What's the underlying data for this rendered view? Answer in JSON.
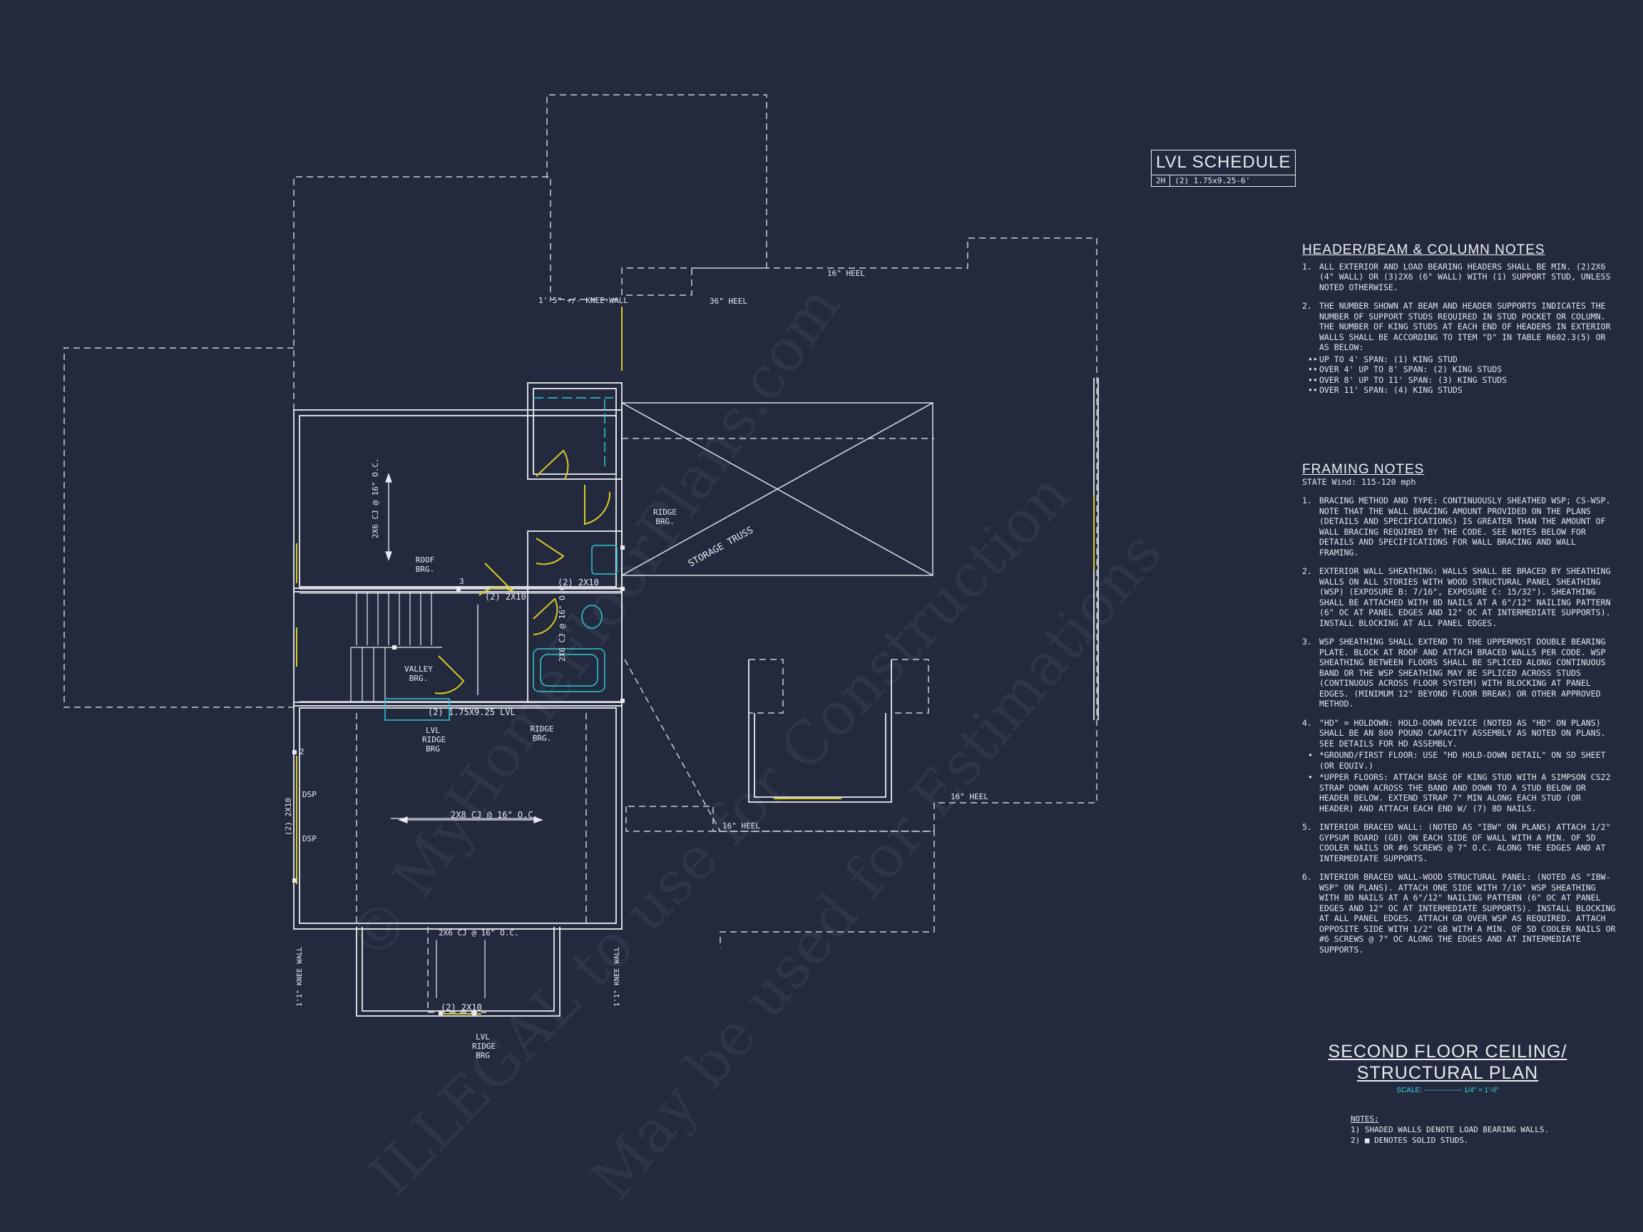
{
  "watermark": {
    "line1": "© MyHomeFloorPlans.com",
    "line2": "ILLEGAL to use for Construction",
    "line3": "May be used for Estimations"
  },
  "lvl_schedule": {
    "title": "LVL SCHEDULE",
    "rows": [
      {
        "mark": "2H",
        "spec": "(2) 1.75x9.25-6'"
      }
    ]
  },
  "header_notes": {
    "title": "HEADER/BEAM & COLUMN NOTES",
    "items": [
      "ALL EXTERIOR AND LOAD BEARING HEADERS SHALL BE MIN. (2)2x6 (4\" WALL) OR (3)2x6 (6\" WALL) WITH (1) SUPPORT STUD, UNLESS NOTED OTHERWISE.",
      "THE NUMBER SHOWN AT BEAM AND HEADER SUPPORTS INDICATES THE NUMBER OF SUPPORT STUDS REQUIRED IN STUD POCKET OR COLUMN. THE NUMBER OF KING STUDS AT EACH END OF HEADERS IN EXTERIOR WALLS SHALL BE ACCORDING TO ITEM \"d\" IN TABLE R602.3(5) OR AS BELOW:"
    ],
    "bullets": [
      "UP TO 4' SPAN: (1) KING STUD",
      "OVER 4' UP TO 8' SPAN: (2) KING STUDS",
      "OVER 8' UP TO 11' SPAN: (3) KING STUDS",
      "OVER 11' SPAN: (4) KING STUDS"
    ]
  },
  "framing_notes": {
    "title": "FRAMING NOTES",
    "subtitle": "STATE Wind: 115-120 mph",
    "items": [
      "BRACING METHOD AND TYPE: CONTINUOUSLY SHEATHED WSP; CS-WSP. NOTE THAT THE WALL BRACING AMOUNT PROVIDED ON THE PLANS (DETAILS AND SPECIFICATIONS) IS GREATER THAN THE AMOUNT OF WALL BRACING REQUIRED BY THE CODE. SEE NOTES BELOW FOR DETAILS AND SPECIFICATIONS FOR WALL BRACING AND WALL FRAMING.",
      "EXTERIOR WALL SHEATHING: WALLS SHALL BE BRACED BY SHEATHING WALLS ON ALL STORIES WITH WOOD STRUCTURAL PANEL SHEATHING (WSP) (EXPOSURE B: 7/16\", EXPOSURE C: 15/32\"). SHEATHING SHALL BE ATTACHED WITH 8d NAILS AT A 6\"/12\" NAILING PATTERN (6\" OC AT PANEL EDGES AND 12\" OC AT INTERMEDIATE SUPPORTS). INSTALL BLOCKING AT ALL PANEL EDGES.",
      "WSP SHEATHING SHALL EXTEND TO THE UPPERMOST DOUBLE BEARING PLATE. BLOCK AT ROOF AND ATTACH BRACED WALLS PER CODE. WSP SHEATHING BETWEEN FLOORS SHALL BE SPLICED ALONG CONTINUOUS BAND OR THE WSP SHEATHING MAY BE SPLICED ACROSS STUDS (CONTINUOUS ACROSS FLOOR SYSTEM) WITH BLOCKING AT PANEL EDGES. (MINIMUM 12\" BEYOND FLOOR BREAK) OR OTHER APPROVED METHOD.",
      "\"HD\" = HOLDOWN: HOLD-DOWN DEVICE (NOTED AS \"HD\" ON PLANS) SHALL BE AN 800 POUND CAPACITY ASSEMBLY AS NOTED ON PLANS. SEE DETAILS FOR HD ASSEMBLY."
    ],
    "hd_bullets": [
      "*GROUND/FIRST FLOOR: USE \"HD HOLD-DOWN DETAIL\" ON SD SHEET (OR EQUIV.)",
      "*UPPER FLOORS: ATTACH BASE OF KING STUD WITH A SIMPSON CS22 STRAP DOWN ACROSS THE BAND AND DOWN TO A STUD BELOW OR HEADER BELOW. EXTEND STRAP 7\" MIN ALONG EACH STUD (OR HEADER) AND ATTACH EACH END W/ (7) 8d NAILS."
    ],
    "items2": [
      "INTERIOR BRACED WALL: (NOTED AS \"IBW\" ON PLANS) ATTACH 1/2\" GYPSUM BOARD (GB) ON EACH SIDE OF WALL WITH A MIN. OF 5d COOLER NAILS OR #6 SCREWS @ 7\" O.C. ALONG THE EDGES AND AT INTERMEDIATE SUPPORTS.",
      "INTERIOR BRACED WALL-WOOD STRUCTURAL PANEL: (NOTED AS \"IBW-WSP\" ON PLANS). ATTACH ONE SIDE WITH 7/16\" WSP SHEATHING WITH 8d NAILS AT A 6\"/12\" NAILING PATTERN (6\" OC AT PANEL EDGES AND 12\" OC AT INTERMEDIATE SUPPORTS). INSTALL BLOCKING AT ALL PANEL EDGES. ATTACH GB OVER WSP AS REQUIRED. ATTACH OPPOSITE SIDE WITH 1/2\" GB WITH A MIN. OF 5d COOLER NAILS OR #6 SCREWS @ 7\" OC ALONG THE EDGES AND AT INTERMEDIATE SUPPORTS."
    ]
  },
  "plan_title": {
    "line1": "SECOND FLOOR CEILING/",
    "line2": "STRUCTURAL PLAN",
    "scale": "SCALE: ---------------- 1/4\" = 1'-0\""
  },
  "bottom_notes": {
    "heading": "NOTES:",
    "n1": "1) SHADED WALLS DENOTE LOAD BEARING WALLS.",
    "n2": "2) ■ DENOTES SOLID STUDS."
  },
  "plan_labels": {
    "knee_wall_top": "1'-5\" +/- KNEE-WALL",
    "heel_36": "36\" HEEL",
    "heel_16_top": "16\" HEEL",
    "heel_16_right": "16\" HEEL",
    "heel_16_bottom": "16\" HEEL",
    "storage_truss": "STORAGE TRUSS",
    "ridge_brg": "RIDGE BRG.",
    "roof_brg": "ROOF BRG.",
    "valley_brg": "VALLEY BRG.",
    "lvl_ridge_brg": "LVL RIDGE BRG",
    "ridge_brg2": "RIDGE BRG.",
    "cj_upper": "2x6 CJ @ 16\" O.C.",
    "cj_mid": "2x6 CJ @ 16\" O.C.",
    "cj_center": "2x8 CJ @ 16\" O.C.",
    "cj_bottom": "2x6 CJ @ 16\" O.C.",
    "header_2x10_a": "(2) 2x10",
    "header_2x10_b": "(2) 2x10",
    "header_2x10_side": "(2) 2x10",
    "header_2x10_bottom": "(2) 2x10",
    "lvl_beam": "(2) 1.75x9.25 LVL",
    "dsp1": "DSP",
    "dsp2": "DSP",
    "knee_left": "1'1\" KNEE WALL",
    "knee_right": "1'1\" KNEE WALL",
    "lvl_ridge_bottom": "LVL RIDGE BRG",
    "studs_2": "2",
    "studs_3": "3"
  }
}
